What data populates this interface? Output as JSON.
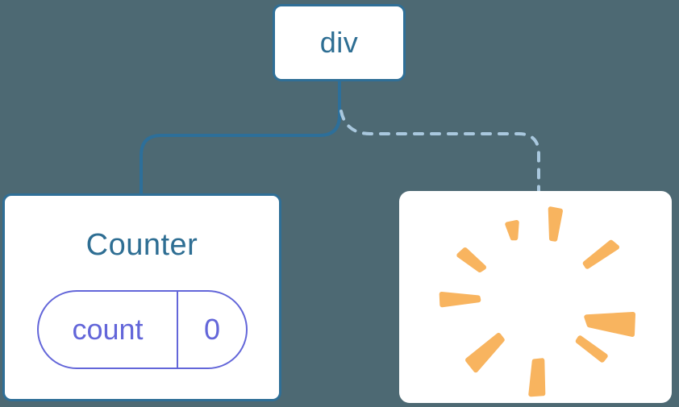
{
  "colors": {
    "background": "#4D6973",
    "node_fill": "#FFFFFF",
    "node_border_blue": "#2F6F97",
    "node_text_blue": "#2E6E93",
    "state_purple": "#6366D9",
    "edge_solid": "#2D6F9A",
    "edge_dashed": "#A9C8DE",
    "burst_orange": "#F8B45F"
  },
  "tree": {
    "root": {
      "label": "div"
    },
    "children": [
      {
        "title": "Counter",
        "state": {
          "key": "count",
          "value": "0"
        },
        "edge": "solid"
      },
      {
        "icon": "poof-burst",
        "edge": "dashed"
      }
    ]
  }
}
